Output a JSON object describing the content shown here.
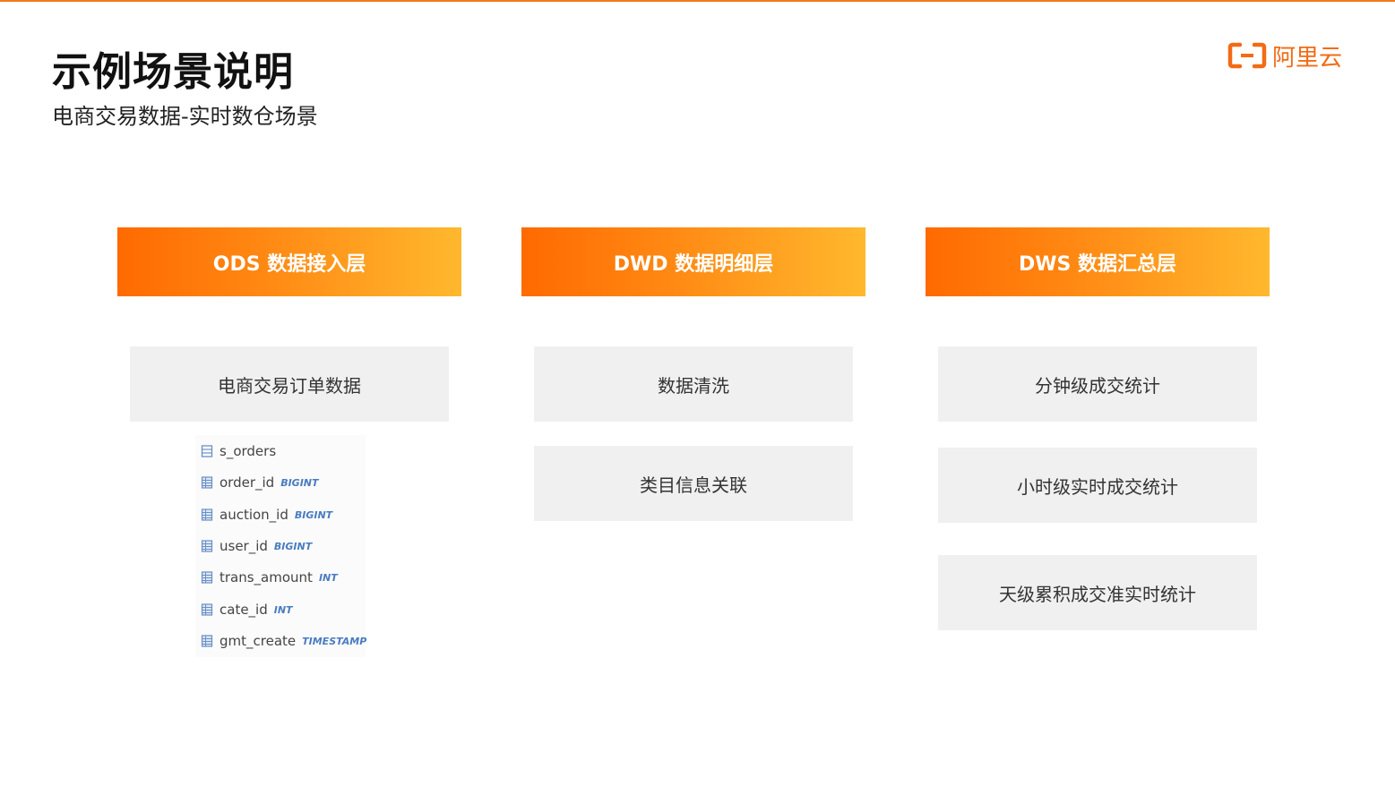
{
  "slide": {
    "title": "示例场景说明",
    "subtitle": "电商交易数据-实时数仓场景"
  },
  "logo": {
    "text": "阿里云",
    "icon": "aliyun-logo-icon",
    "color": "#f26b15"
  },
  "colors": {
    "accent_start": "#ff6a00",
    "accent_end": "#ffb82e",
    "box_bg": "#f0f0f0",
    "type_text": "#4a7cc0"
  },
  "layers": [
    {
      "title": "ODS 数据接入层",
      "boxes": [
        "电商交易订单数据"
      ]
    },
    {
      "title": "DWD 数据明细层",
      "boxes": [
        "数据清洗",
        "类目信息关联"
      ]
    },
    {
      "title": "DWS 数据汇总层",
      "boxes": [
        "分钟级成交统计",
        "小时级实时成交统计",
        "天级累积成交准实时统计"
      ]
    }
  ],
  "schema": {
    "table_name": "s_orders",
    "table_icon": "table-icon",
    "field_icon": "field-icon",
    "fields": [
      {
        "name": "order_id",
        "type": "BIGINT"
      },
      {
        "name": "auction_id",
        "type": "BIGINT"
      },
      {
        "name": "user_id",
        "type": "BIGINT"
      },
      {
        "name": "trans_amount",
        "type": "INT"
      },
      {
        "name": "cate_id",
        "type": "INT"
      },
      {
        "name": "gmt_create",
        "type": "TIMESTAMP"
      }
    ]
  }
}
